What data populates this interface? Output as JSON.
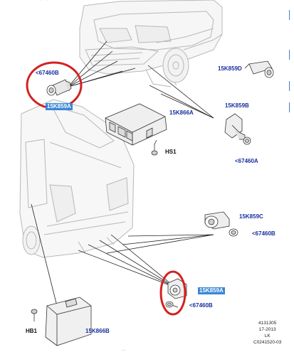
{
  "top_cropped_text": "(…) …",
  "bottom_cropped_text": "…",
  "parts": {
    "sensor_front_left": "15K859A",
    "sensor_front_right": "15K859D",
    "sensor_rear_side": "15K859B",
    "sensor_rear_c": "15K859C",
    "sensor_rear_left": "15K859A",
    "module_front": "15K866A",
    "module_rear": "15K866B"
  },
  "bezels": {
    "front_left": "<67460B",
    "rear_b": "<67460A",
    "rear_c": "<67460B",
    "rear_left": "<67460B"
  },
  "screws": {
    "front": "HS1",
    "rear": "HB1"
  },
  "stamp": {
    "line1": "4131305",
    "line2": "17-2013",
    "line3": "LK",
    "line4": "C0241520-03"
  },
  "colors": {
    "label": "#1a2f9e",
    "highlight": "#3a86d6",
    "callout_circle": "#d42020"
  }
}
